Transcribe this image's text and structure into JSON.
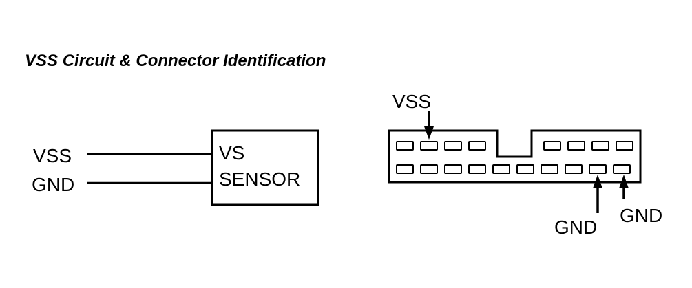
{
  "title": "VSS Circuit & Connector Identification",
  "circuit": {
    "wire_labels": [
      "VSS",
      "GND"
    ],
    "sensor_label_line1": "VS",
    "sensor_label_line2": "SENSOR"
  },
  "connector": {
    "vss_label": "VSS",
    "gnd_label_1": "GND",
    "gnd_label_2": "GND",
    "top_row_pins": 8,
    "bottom_row_pins": 10
  },
  "colors": {
    "ink": "#000000",
    "background": "#ffffff"
  }
}
